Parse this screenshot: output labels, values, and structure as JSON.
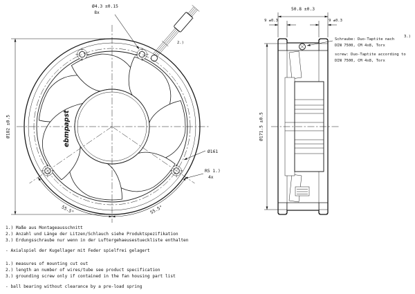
{
  "front_view": {
    "dim_outer_diameter": "Ø182 ±0.5",
    "dim_hole_diameter": "Ø4.3 ±0.15",
    "dim_hole_count": "8x",
    "dim_bolt_circle": "Ø161",
    "dim_corner_radius": "R5 1.)",
    "dim_corner_radius_count": "4x",
    "dim_angle_left": "55.5°",
    "dim_angle_right": "55.5°",
    "cable_ref": "2.)",
    "logo": "ebmpapst"
  },
  "side_view": {
    "dim_depth": "50.8 ±0.3",
    "dim_flange_left": "9 ±0.3",
    "dim_flange_right": "9 ±0.3",
    "dim_diameter": "Ø171.5 ±0.5",
    "screw_ref": "3.)",
    "screw_note_de_1": "Schraube: Duo-Taptite nach",
    "screw_note_de_2": "DIN 7500, CM 4x8, Torx",
    "screw_note_en_1": "screw: Duo-Taptite according to",
    "screw_note_en_2": "DIN 7500, CM 4x8, Torx"
  },
  "notes": {
    "de": [
      "1.) Maße aus Montageausschnitt",
      "2.) Anzahl und Länge der Litzen/Schlauch siehe Produktspezifikation",
      "3.) Erdungsschraube nur wenn in der Luftergehaeusestueckliste enthalten"
    ],
    "de_bearing": "- Axialspiel der Kugellager mit Feder spielfrei gelagert",
    "en": [
      "1.) measures of mounting cut out",
      "2.) length an number of wires/tube see product specification",
      "3.) grounding screw only if contained in the fan housing part list"
    ],
    "en_bearing": "- ball bearing without clearance by a pre-load spring"
  }
}
